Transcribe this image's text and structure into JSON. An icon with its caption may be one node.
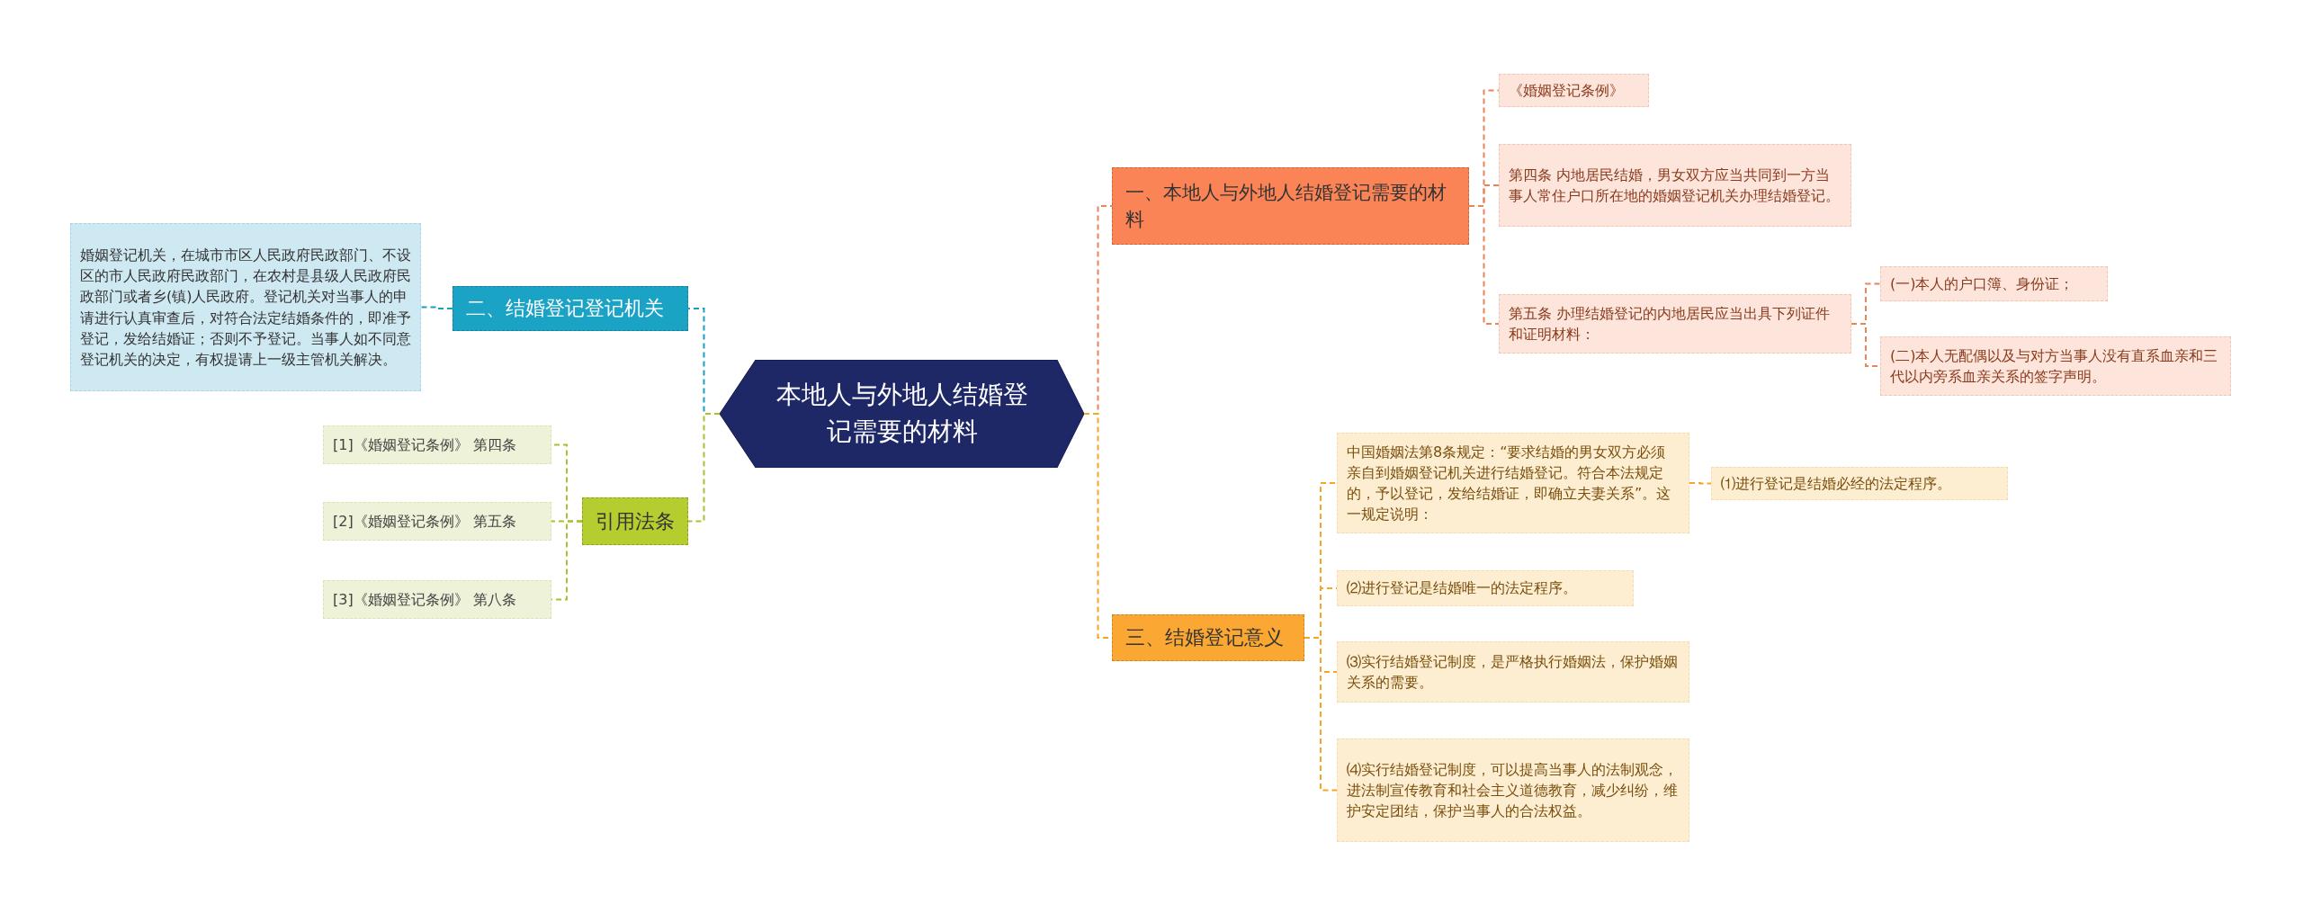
{
  "diagram": {
    "nodes": [
      {
        "text": [
          "本地人与外地人结婚登记需要的材料"
        ]
      },
      {
        "text": [
          "一、本地人与外地人结婚登记需要的材料"
        ]
      },
      {
        "text": [
          "《婚姻登记条例》"
        ]
      },
      {
        "text": [
          "第四条 内地居民结婚，男女双方应当共同到一方当事人常住户口所在地的婚姻登记机关办理结婚登记。"
        ]
      },
      {
        "text": [
          "第五条 办理结婚登记的内地居民应当出具下列证件和证明材料："
        ]
      },
      {
        "text": [
          "(一)本人的户口簿、身份证；"
        ]
      },
      {
        "text": [
          "(二)本人无配偶以及与对方当事人没有直系血亲和三代以内旁系血亲关系的签字声明。"
        ]
      },
      {
        "text": [
          "三、结婚登记意义"
        ]
      },
      {
        "text": [
          "中国婚姻法第8条规定：“要求结婚的男女双方必须亲自到婚姻登记机关进行结婚登记。符合本法规定的，予以登记，发给结婚证，即确立夫妻关系”。这一规定说明："
        ]
      },
      {
        "text": [
          "⑴进行登记是结婚必经的法定程序。"
        ]
      },
      {
        "text": [
          "⑵进行登记是结婚唯一的法定程序。"
        ]
      },
      {
        "text": [
          "⑶实行结婚登记制度，是严格执行婚姻法，保护婚姻关系的需要。"
        ]
      },
      {
        "text": [
          "⑷实行结婚登记制度，可以提高当事人的法制观念，进法制宣传教育和社会主义道德教育，减少纠纷，维护安定团结，保护当事人的合法权益。"
        ]
      },
      {
        "text": [
          "二、结婚登记登记机关"
        ]
      },
      {
        "text": [
          "婚姻登记机关，在城市市区人民政府民政部门、不设区的市人民政府民政部门，在农村是县级人民政府民政部门或者乡(镇)人民政府。登记机关对当事人的申请进行认真审查后，对符合法定结婚条件的，即准予登记，发给结婚证；否则不予登记。当事人如不同意登记机关的决定，有权提请上一级主管机关解决。"
        ]
      },
      {
        "text": [
          "引用法条"
        ]
      },
      {
        "text": [
          "[1]《婚姻登记条例》 第四条"
        ]
      },
      {
        "text": [
          "[2]《婚姻登记条例》 第五条"
        ]
      },
      {
        "text": [
          "[3]《婚姻登记条例》 第八条"
        ]
      }
    ],
    "edges": [
      {
        "from": 0,
        "to": 1,
        "arrow": "none",
        "style": "dashed",
        "color": "#e8845a"
      },
      {
        "from": 0,
        "to": 7,
        "arrow": "none",
        "style": "dashed",
        "color": "#f5a623"
      },
      {
        "from": 0,
        "to": 13,
        "arrow": "none",
        "style": "dashed",
        "color": "#1a9fbf"
      },
      {
        "from": 0,
        "to": 15,
        "arrow": "none",
        "style": "dashed",
        "color": "#a8c232"
      },
      {
        "from": 1,
        "to": 2,
        "arrow": "none",
        "style": "dashed",
        "color": "#e8845a"
      },
      {
        "from": 1,
        "to": 3,
        "arrow": "none",
        "style": "dashed",
        "color": "#e8845a"
      },
      {
        "from": 1,
        "to": 4,
        "arrow": "none",
        "style": "dashed",
        "color": "#e8845a"
      },
      {
        "from": 4,
        "to": 5,
        "arrow": "none",
        "style": "dashed",
        "color": "#e8845a"
      },
      {
        "from": 4,
        "to": 6,
        "arrow": "none",
        "style": "dashed",
        "color": "#e8845a"
      },
      {
        "from": 7,
        "to": 8,
        "arrow": "none",
        "style": "dashed",
        "color": "#f5a623"
      },
      {
        "from": 8,
        "to": 9,
        "arrow": "none",
        "style": "dashed",
        "color": "#f5a623"
      },
      {
        "from": 7,
        "to": 10,
        "arrow": "none",
        "style": "dashed",
        "color": "#f5a623"
      },
      {
        "from": 7,
        "to": 11,
        "arrow": "none",
        "style": "dashed",
        "color": "#f5a623"
      },
      {
        "from": 7,
        "to": 12,
        "arrow": "none",
        "style": "dashed",
        "color": "#f5a623"
      },
      {
        "from": 13,
        "to": 14,
        "arrow": "none",
        "style": "dashed",
        "color": "#1a9fbf"
      },
      {
        "from": 15,
        "to": 16,
        "arrow": "none",
        "style": "dashed",
        "color": "#a8c232"
      },
      {
        "from": 15,
        "to": 17,
        "arrow": "none",
        "style": "dashed",
        "color": "#a8c232"
      },
      {
        "from": 15,
        "to": 18,
        "arrow": "none",
        "style": "dashed",
        "color": "#a8c232"
      }
    ]
  }
}
